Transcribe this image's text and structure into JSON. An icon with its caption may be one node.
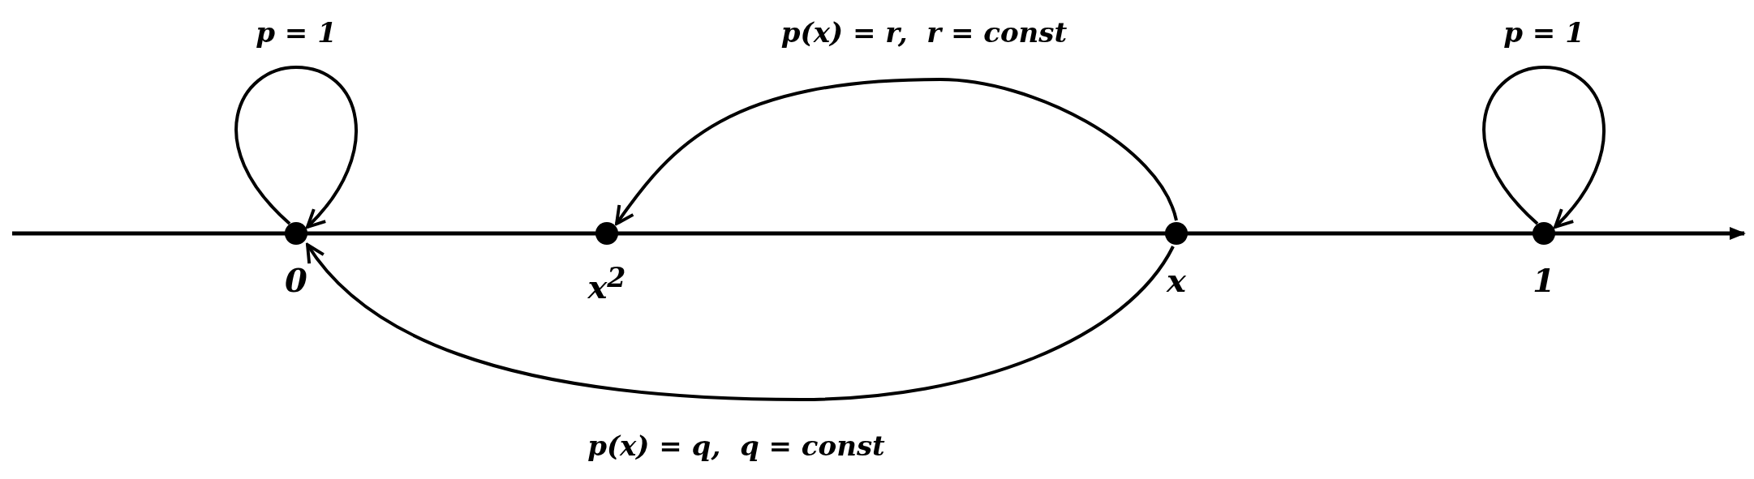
{
  "diagram": {
    "nodes": [
      {
        "text": [
          "0"
        ]
      },
      {
        "text": [
          "x$^{2}$"
        ]
      },
      {
        "text": [
          "x"
        ]
      },
      {
        "text": [
          "1"
        ]
      }
    ],
    "edges": [
      {
        "from": 0,
        "to": 0,
        "arrow": "to",
        "label": "p = 1"
      },
      {
        "from": 2,
        "to": 1,
        "arrow": "to",
        "label": "p(x) = r,  r = const"
      },
      {
        "from": 2,
        "to": 0,
        "arrow": "to",
        "label": "p(x) = q,  q = const"
      },
      {
        "from": 3,
        "to": 3,
        "arrow": "to",
        "label": "p = 1"
      }
    ]
  }
}
